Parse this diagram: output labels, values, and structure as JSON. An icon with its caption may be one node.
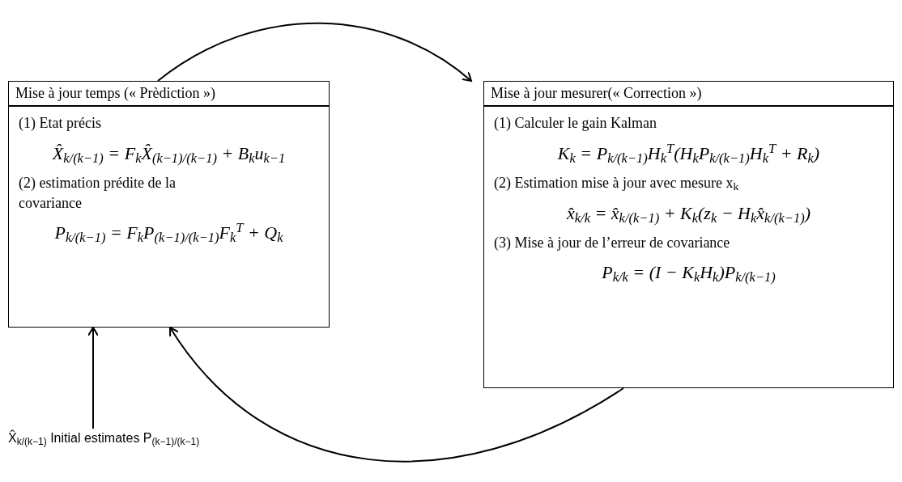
{
  "diagram": {
    "nodes": [
      {
        "text": [
          "Mise à jour temps (« Prèdiction »)"
        ]
      },
      {
        "text": [
          "(1) Etat précis",
          "X̂$_{k/(k−1)}$ = F$_{k}$X̂$_{(k−1)/(k−1)}$ + B$_{k}$u$_{k−1}$",
          "(2) estimation prédite de la covariance",
          "P$_{k/(k−1)}$ = F$_{k}$P$_{(k−1)/(k−1)}$F$_{k}$$^{T}$ + Q$_{k}$"
        ]
      },
      {
        "text": [
          "Mise à jour mesurer(« Correction »)"
        ]
      },
      {
        "text": [
          "(1) Calculer le gain Kalman",
          "K$_{k}$ = P$_{k/(k−1)}$H$_{k}$$^{T}$(H$_{k}$P$_{k/(k−1)}$H$_{k}$$^{T}$ + R$_{k}$)",
          "(2) Estimation mise à jour avec mesure x$_{k}$",
          "x̂$_{k/k}$ = x̂$_{k/(k−1)}$ + K$_{k}$(z$_{k}$ − H$_{k}$x̂$_{k/(k−1)}$)",
          "(3) Mise à jour de l’erreur de covariance",
          "P$_{k/k}$ = (I − K$_{k}$H$_{k}$)P$_{k/(k−1)}$"
        ]
      },
      {
        "text": [
          "X̂$_{k/(k−1)}$ Initial estimates P$_{(k−1)/(k−1)}$"
        ]
      }
    ],
    "edges": [
      {
        "from": 0,
        "to": 2,
        "arrow": "to"
      },
      {
        "from": 3,
        "to": 1,
        "arrow": "to"
      },
      {
        "from": 4,
        "to": 1,
        "arrow": "to"
      }
    ]
  }
}
